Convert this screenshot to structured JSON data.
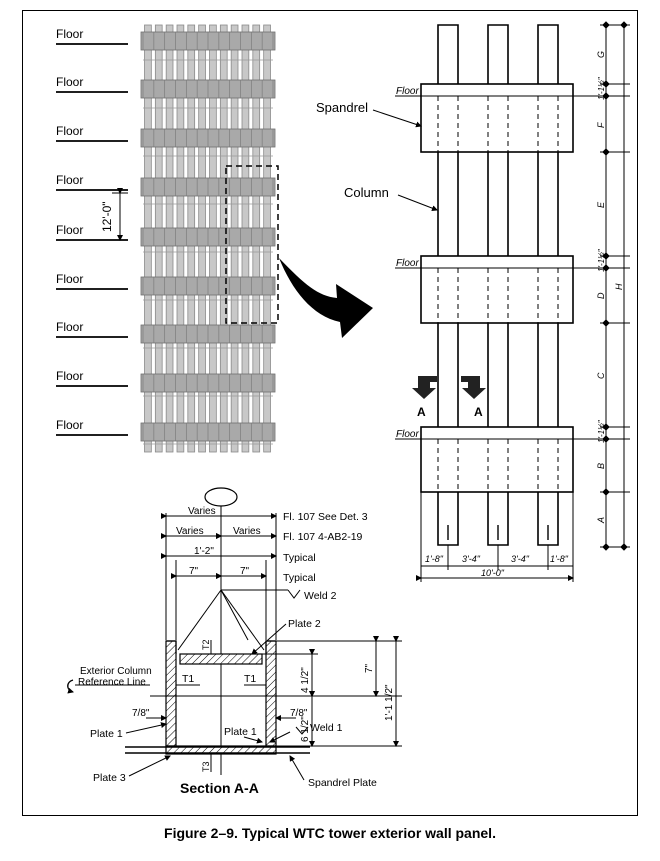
{
  "left_panel": {
    "floor_labels": [
      "Floor",
      "Floor",
      "Floor",
      "Floor",
      "Floor",
      "Floor",
      "Floor",
      "Floor",
      "Floor"
    ],
    "spacing_label": "12'-0\""
  },
  "right_panel": {
    "spandrel_label": "Spandrel",
    "column_label": "Column",
    "floor_labels": [
      "Floor",
      "Floor",
      "Floor"
    ],
    "section_marks": [
      "A",
      "A"
    ],
    "right_dims": [
      "G",
      "F",
      "E",
      "D",
      "C",
      "B",
      "A"
    ],
    "spandrel_gap_labels": [
      "1'-1½\"",
      "1'-1½\"",
      "1'-1½\""
    ],
    "overall_height": "H",
    "bottom_dims": [
      "1'-8\"",
      "3'-4\"",
      "3'-4\"",
      "1'-8\""
    ],
    "overall_width": "10'-0\""
  },
  "section": {
    "title": "Section A-A",
    "dim_labels": [
      "Varies",
      "Varies",
      "Varies",
      "1'-2\"",
      "7\"",
      "7\""
    ],
    "notes": [
      "Fl. 107 See Det. 3",
      "Fl. 107 4-AB2-19",
      "Typical",
      "Typical"
    ],
    "weld2": "Weld 2",
    "plate2": "Plate 2",
    "exterior_column_line1": "Exterior Column",
    "exterior_column_line2": "Reference Line",
    "t1_left": "T1",
    "t1_right": "T1",
    "t2": "T2",
    "t3": "T3",
    "frac_left": "7/8\"",
    "frac_right": "7/8\"",
    "plate1_left": "Plate 1",
    "plate1_inner": "Plate 1",
    "weld1": "Weld 1",
    "plate3": "Plate 3",
    "spandrel_plate": "Spandrel Plate",
    "right_dims": [
      "7\"",
      "4 1/2\"",
      "6 1/2\"",
      "1'-1 1/2\""
    ]
  },
  "caption": "Figure 2–9.  Typical WTC tower exterior wall panel."
}
